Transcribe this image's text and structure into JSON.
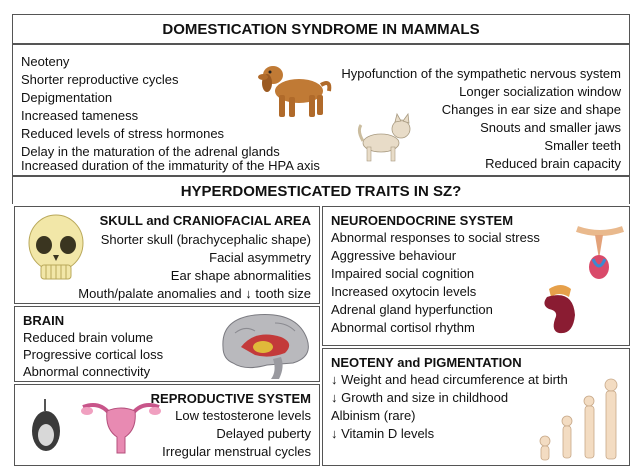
{
  "header": {
    "title": "DOMESTICATION SYNDROME IN MAMMALS"
  },
  "syndrome": {
    "left_items": [
      "Neoteny",
      "Shorter reproductive cycles",
      "Depigmentation",
      "Increased tameness",
      "Reduced levels of stress hormones",
      "Delay in the maturation of the adrenal glands",
      "Increased duration of the immaturity of the HPA axis"
    ],
    "right_items": [
      "Hypofunction of the sympathetic nervous system",
      "Longer socialization window",
      "Changes in ear size and shape",
      "Snouts and smaller jaws",
      "Smaller teeth",
      "Reduced brain capacity"
    ]
  },
  "traits": {
    "title": "HYPERDOMESTICATED TRAITS IN SZ?"
  },
  "skull": {
    "title": "SKULL and CRANIOFACIAL AREA",
    "items": [
      "Shorter skull (brachycephalic shape)",
      "Facial asymmetry",
      "Ear shape abnormalities",
      "Mouth/palate anomalies and ↓ tooth size"
    ]
  },
  "neuro": {
    "title": "NEUROENDOCRINE SYSTEM",
    "items": [
      "Abnormal responses to social stress",
      "Aggressive behaviour",
      "Impaired social cognition",
      "Increased oxytocin levels",
      "Adrenal gland hyperfunction",
      "Abnormal cortisol rhythm"
    ]
  },
  "brain": {
    "title": "BRAIN",
    "items": [
      "Reduced brain volume",
      "Progressive cortical loss",
      "Abnormal connectivity"
    ]
  },
  "neoteny": {
    "title": "NEOTENY and PIGMENTATION",
    "items": [
      "↓ Weight and  head circumference at birth",
      "↓ Growth and size in childhood",
      "Albinism (rare)",
      "↓ Vitamin D levels"
    ]
  },
  "repro": {
    "title": "REPRODUCTIVE SYSTEM",
    "items": [
      "Low testosterone levels",
      "Delayed puberty",
      "Irregular menstrual cycles"
    ]
  }
}
